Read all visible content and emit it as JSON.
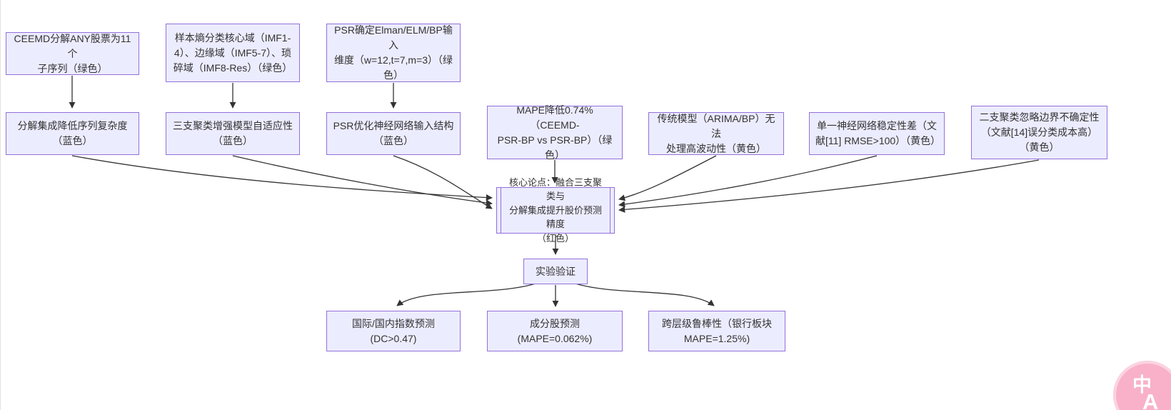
{
  "diagram": {
    "nodes": [
      {
        "id": "A",
        "label": "CEEMD分解ANY股票为11个\n子序列（绿色）"
      },
      {
        "id": "B",
        "label": "样本熵分类核心域（IMF1-\n4）、边缘域（IMF5-7）、琐\n碎域（IMF8-Res）（绿色）"
      },
      {
        "id": "C",
        "label": "PSR确定Elman/ELM/BP输入\n维度（w=12,t=7,m=3）（绿\n色）"
      },
      {
        "id": "D",
        "label": "分解集成降低序列复杂度\n（蓝色）"
      },
      {
        "id": "E",
        "label": "三支聚类增强模型自适应性\n（蓝色）"
      },
      {
        "id": "F",
        "label": "PSR优化神经网络输入结构\n（蓝色）"
      },
      {
        "id": "G",
        "label": "MAPE降低0.74%（CEEMD-\nPSR-BP vs PSR-BP）（绿\n色）"
      },
      {
        "id": "H",
        "label": "传统模型（ARIMA/BP）无法\n处理高波动性（黄色）"
      },
      {
        "id": "I",
        "label": "单一神经网络稳定性差（文\n献[11] RMSE>100）（黄色）"
      },
      {
        "id": "J",
        "label": "二支聚类忽略边界不确定性\n（文献[14]误分类成本高）\n（黄色）"
      },
      {
        "id": "K",
        "label": "核心论点：融合三支聚类与\n分解集成提升股价预测精度\n（红色）"
      },
      {
        "id": "L",
        "label": "实验验证"
      },
      {
        "id": "M",
        "label": "国际/国内指数预测\n(DC>0.47)"
      },
      {
        "id": "N",
        "label": "成分股预测\n(MAPE=0.062%)"
      },
      {
        "id": "O",
        "label": "跨层级鲁棒性（银行板块\nMAPE=1.25%)"
      }
    ],
    "edges": [
      {
        "from": "A",
        "to": "D"
      },
      {
        "from": "B",
        "to": "E"
      },
      {
        "from": "C",
        "to": "F"
      },
      {
        "from": "D",
        "to": "K"
      },
      {
        "from": "E",
        "to": "K"
      },
      {
        "from": "F",
        "to": "K"
      },
      {
        "from": "G",
        "to": "K"
      },
      {
        "from": "H",
        "to": "K"
      },
      {
        "from": "I",
        "to": "K"
      },
      {
        "from": "J",
        "to": "K"
      },
      {
        "from": "K",
        "to": "L"
      },
      {
        "from": "L",
        "to": "M"
      },
      {
        "from": "L",
        "to": "N"
      },
      {
        "from": "L",
        "to": "O"
      }
    ]
  },
  "colors": {
    "node_fill": "#ececff",
    "node_border": "#9370db",
    "arrow": "#333333",
    "text": "#333333",
    "badge_pink": "#f8b1c9"
  },
  "badge": {
    "glyph_zh": "中",
    "glyph_a": "A"
  }
}
